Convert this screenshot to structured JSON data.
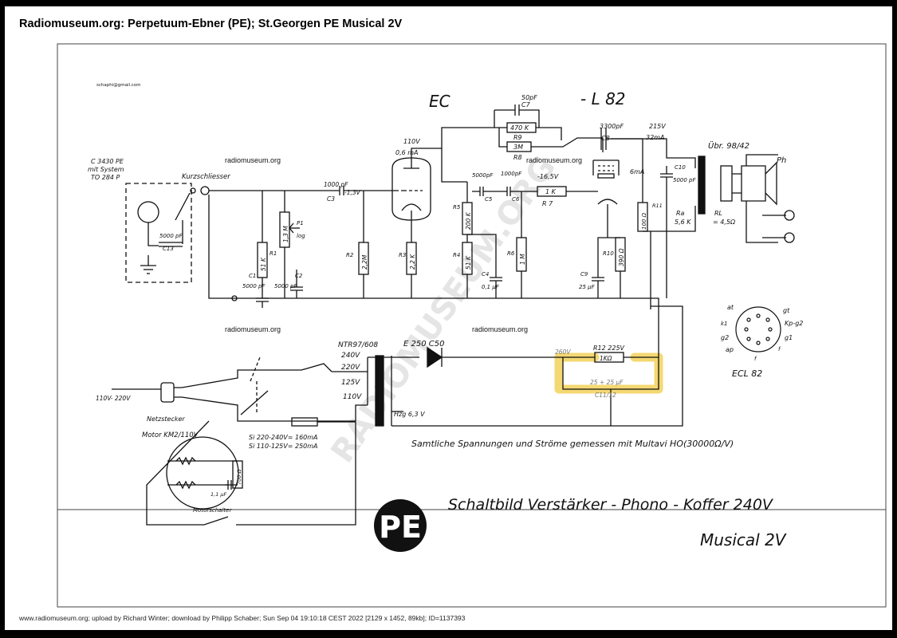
{
  "page": {
    "title": "Radiomuseum.org: Perpetuum-Ebner (PE); St.Georgen PE Musical 2V",
    "footer": "www.radiomuseum.org; upload by Richard Winter; download by Philipp Schaber; Sun Sep 04 19:10:18 CEST 2022 [2129 x 1452, 89kb]; ID=1137393"
  },
  "schematic": {
    "email": "schaphi@gmail.com",
    "tube_ec": "EC",
    "tube_l82": "- L 82",
    "pickup": [
      "C 3430 PE",
      "mit System",
      "TO 284 P"
    ],
    "kurzschliesser": "Kurzschliesser",
    "watermarks": [
      "radiomuseum.org",
      "radiomuseum.org",
      "radiomuseum.org",
      "radiomuseum.org"
    ],
    "big_watermark": "RADIOMUSEUM.ORG",
    "labels": {
      "c7": "50pF",
      "c7n": "C7",
      "r9v": "470 K",
      "r9n": "R9",
      "r8v": "3M",
      "r8n": "R8",
      "c8v": "3300pF",
      "c8n": "C8",
      "v215": "215V",
      "i32": "32mA",
      "ubr": "Übr. 98/42",
      "ph": "Ph",
      "v110": "110V",
      "i06": "0,6 mA",
      "c3v": "1000 pF",
      "c3n": "C3",
      "v13": "-1,3V",
      "c5000": "5000pF",
      "c5n": "C5",
      "c6v": "1000pF",
      "c6n": "C6",
      "v165": "-16,5V",
      "r7v": "1 K",
      "r7n": "R 7",
      "i6": "6mA",
      "c10v": "C10",
      "c10c": "5000 pF",
      "ra": "Ra",
      "ra2": "5,6 K",
      "rl": "RL",
      "rl2": "= 4,5Ω",
      "r11v": "100 Ω",
      "r11n": "R11",
      "r5v": "200 K",
      "r5n": "R5",
      "c13": "C13",
      "c13v": "5000 pF",
      "r1v": "51 K",
      "r1n": "R1",
      "p1v": "1,3 M",
      "p1n": "P1",
      "p1l": "log",
      "r2v": "2,2M",
      "r2n": "R2",
      "r3v": "2,2 K",
      "r3n": "R3",
      "r4v": "51 K",
      "r4n": "R4",
      "r6v": "1 M",
      "r6n": "R6",
      "r10v": "390 Ω",
      "r10n": "R10",
      "c1": "C1",
      "c1v": "5000 pF",
      "c2": "C2",
      "c2v": "5000 pF",
      "c4": "C4",
      "c4v": "0,1 µF",
      "c9": "C9",
      "c9v": "25 µF",
      "ntr": "NTR97/608",
      "v240": "240V",
      "v220": "220V",
      "v125": "125V",
      "v110b": "110V",
      "e250": "E 250 C50",
      "v260": "260V",
      "r12": "R12  225V",
      "r12v": "1KΩ",
      "c11": "25 + 25 µF",
      "c11n": "C11/12",
      "mains": "110V- 220V",
      "netz": "Netzstecker",
      "hzg": "Hzg 6,3 V",
      "motor": "Motor KM2/110V",
      "si1": "Si 220-240V= 160mA",
      "si2": "Si 110-125V= 250mA",
      "cap11": "1,1 µF",
      "r700": "700 Ω",
      "motorschalter": "Motorschalter",
      "pins": [
        "at",
        "gt",
        "k1",
        "Kp-g2",
        "g2",
        "g1",
        "ap",
        "f",
        "f"
      ],
      "ecl82": "ECL 82",
      "note": "Samtliche Spannungen und Ströme gemessen mit Multavi HO(30000Ω/V)",
      "titlebox": "Schaltbild Verstärker - Phono - Koffer 240V",
      "model": "Musical 2V",
      "logo": "PE"
    }
  }
}
